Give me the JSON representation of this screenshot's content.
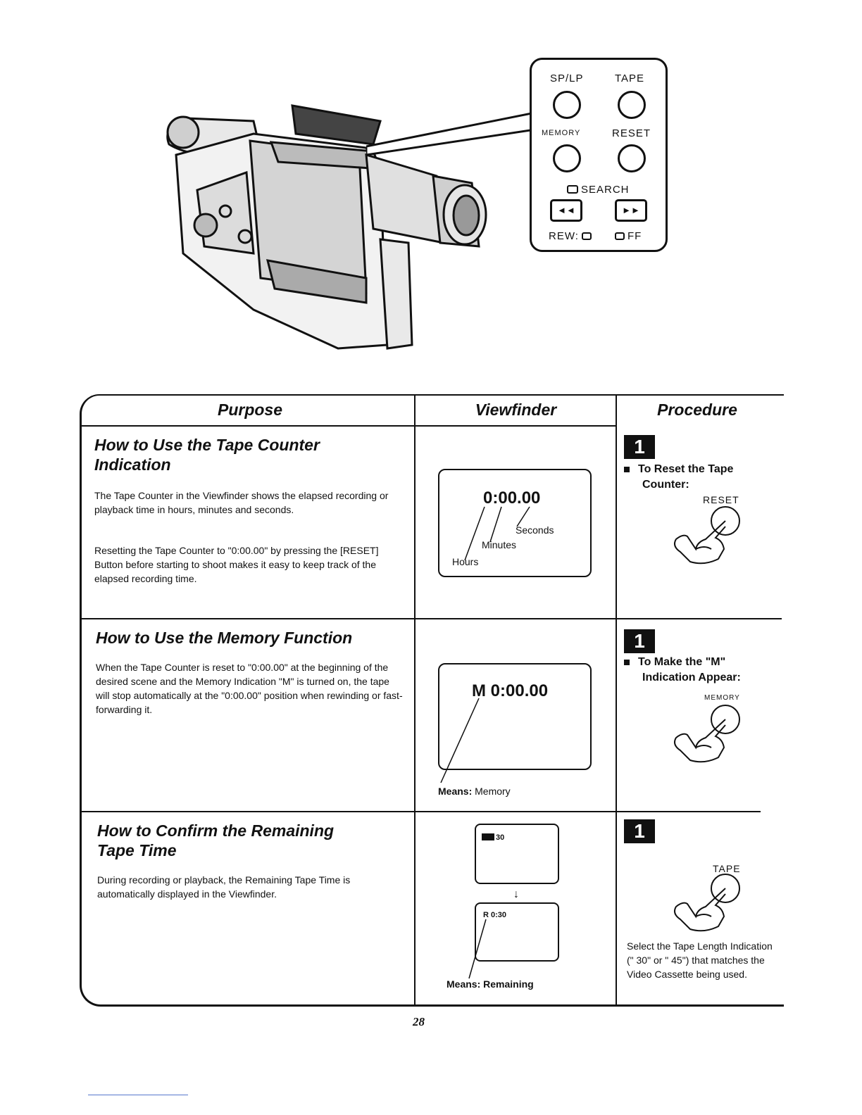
{
  "callout": {
    "splp": "SP/LP",
    "tape": "TAPE",
    "memory": "MEMORY",
    "reset": "RESET",
    "search": "SEARCH",
    "rew": "REW",
    "ff": "FF",
    "rew_symbol": "◄◄",
    "ff_symbol": "►►"
  },
  "table": {
    "headers": {
      "purpose": "Purpose",
      "viewfinder": "Viewfinder",
      "procedure": "Procedure"
    },
    "rows": [
      {
        "title_1": "How to Use the Tape Counter",
        "title_2": "Indication",
        "body_1": "The Tape Counter in the Viewfinder shows the elapsed recording or playback time in hours, minutes and seconds.",
        "body_2": "Resetting the Tape Counter to \"0:00.00\" by pressing the [RESET] Button before starting to shoot makes it easy to keep track of the elapsed recording time.",
        "vf_time": "0:00.00",
        "vf_seconds": "Seconds",
        "vf_minutes": "Minutes",
        "vf_hours": "Hours",
        "step": "1",
        "proc_heading_1": "To Reset the Tape",
        "proc_heading_2": "Counter:",
        "proc_button": "RESET"
      },
      {
        "title_1": "How to Use the Memory Function",
        "body_1": "When the Tape Counter is reset to \"0:00.00\" at the beginning of the desired scene and the Memory Indication \"M\" is turned on, the tape will stop automatically at the \"0:00.00\" position when rewinding or fast-forwarding it.",
        "vf_time": "M  0:00.00",
        "vf_caption_key": "Means:",
        "vf_caption_val": "Memory",
        "step": "1",
        "proc_heading_1": "To Make the \"M\"",
        "proc_heading_2": "Indication Appear:",
        "proc_button": "MEMORY"
      },
      {
        "title_1": "How to Confirm the Remaining",
        "title_2": "Tape Time",
        "body_1": "During recording or playback, the Remaining Tape Time is automatically displayed in the Viewfinder.",
        "vf_top": "30",
        "vf_bottom": "R  0:30",
        "vf_caption_key": "Means:",
        "vf_caption_val": "Remaining",
        "step": "1",
        "proc_button": "TAPE",
        "proc_note": "Select the Tape Length Indication (\" 30\" or \" 45\") that matches the Video Cassette being used."
      }
    ]
  },
  "page_number": "28"
}
